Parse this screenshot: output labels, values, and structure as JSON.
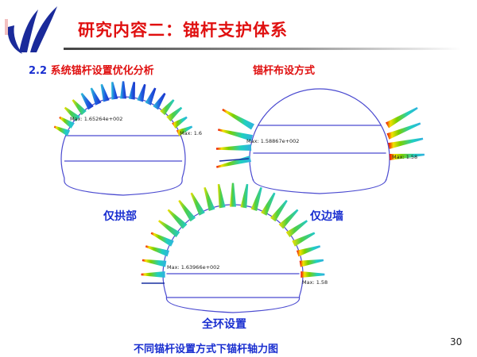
{
  "slide": {
    "title": "研究内容二：锚杆支护体系",
    "subtitle_number": "2.2",
    "subtitle_text": "系统锚杆设置优化分析",
    "layout_heading": "锚杆布设方式",
    "page_number": "30",
    "caption": "不同锚杆设置方式下锚杆轴力图"
  },
  "diagrams": [
    {
      "label": "仅拱部",
      "max_label_1": "Max: 1.65264e+002",
      "max_label_2": "Max: 1.6"
    },
    {
      "label": "仅边墙",
      "max_label_1": "Max: 1.58867e+002",
      "max_label_2": "Max: 1.58"
    },
    {
      "label": "全环设置",
      "max_label_1": "Max: 1.63966e+002",
      "max_label_2": "Max: 1.58"
    }
  ],
  "colors": {
    "title": "#e01010",
    "accent": "#1a2fd0",
    "outline": "#4a4ad0"
  }
}
